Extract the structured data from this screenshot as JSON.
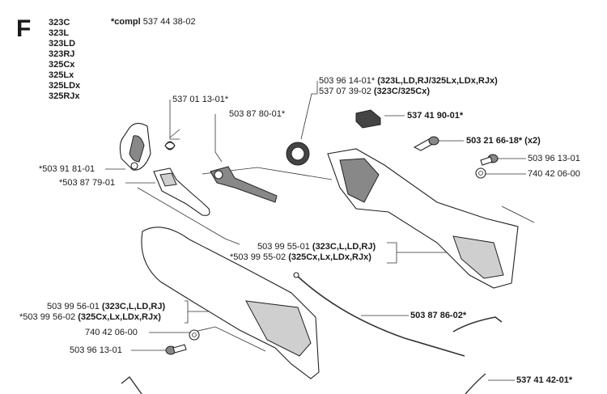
{
  "section_letter": "F",
  "models": [
    "323C",
    "323L",
    "323LD",
    "323RJ",
    "325Cx",
    "325Lx",
    "325LDx",
    "325RJx"
  ],
  "complete": {
    "prefix": "*compl",
    "number": "537 44 38-02"
  },
  "labels": {
    "p1": {
      "num": "503 96 14-01*",
      "bold": "(323L,LD,RJ/325Lx,LDx,RJx)"
    },
    "p2": {
      "num": "537 07 39-02",
      "bold": "(323C/325Cx)"
    },
    "p3": {
      "num": "537 01 13-01*",
      "bold": ""
    },
    "p4": {
      "num": "503 87 80-01*",
      "bold": ""
    },
    "p5": {
      "num": "",
      "bold": "537 41 90-01*"
    },
    "p6": {
      "num": "",
      "bold": "503 21 66-18* (x2)"
    },
    "p7": {
      "num": "503 96 13-01",
      "bold": ""
    },
    "p8": {
      "num": "740 42 06-00",
      "bold": ""
    },
    "p9": {
      "num": "*503 91 81-01",
      "bold": ""
    },
    "p10": {
      "num": "*503 87 79-01",
      "bold": ""
    },
    "p11": {
      "num": "503 99 55-01",
      "bold": "(323C,L,LD,RJ)"
    },
    "p12": {
      "num": "*503 99 55-02",
      "bold": "(325Cx,Lx,LDx,RJx)"
    },
    "p13": {
      "num": "",
      "bold": "503 87 86-02*"
    },
    "p14": {
      "num": "503 99 56-01",
      "bold": "(323C,L,LD,RJ)"
    },
    "p15": {
      "num": "*503 99 56-02",
      "bold": "(325Cx,Lx,LDx,RJx)"
    },
    "p16": {
      "num": "740 42 06-00",
      "bold": ""
    },
    "p17": {
      "num": "503 96 13-01",
      "bold": ""
    },
    "p18": {
      "num": "",
      "bold": "537 41 42-01*"
    }
  }
}
